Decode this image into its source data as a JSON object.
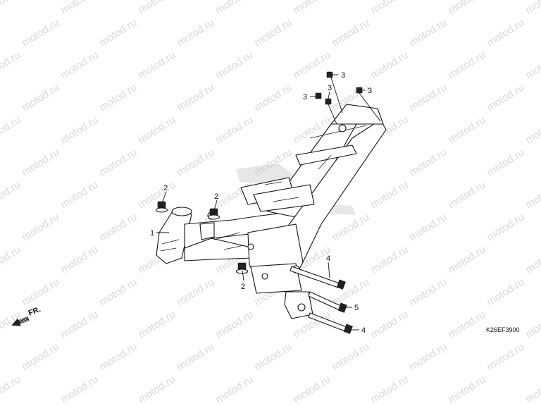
{
  "watermark": "motod.ru",
  "diagram_code": "K26EF3900",
  "direction_label": "FR.",
  "callouts": [
    {
      "id": "c1",
      "label": "1"
    },
    {
      "id": "c2a",
      "label": "2"
    },
    {
      "id": "c2b",
      "label": "2"
    },
    {
      "id": "c2c",
      "label": "2"
    },
    {
      "id": "c3a",
      "label": "3"
    },
    {
      "id": "c3b",
      "label": "3"
    },
    {
      "id": "c3c",
      "label": "3"
    },
    {
      "id": "c3d",
      "label": "3"
    },
    {
      "id": "c4a",
      "label": "4"
    },
    {
      "id": "c5",
      "label": "5"
    },
    {
      "id": "c4b",
      "label": "4"
    }
  ]
}
